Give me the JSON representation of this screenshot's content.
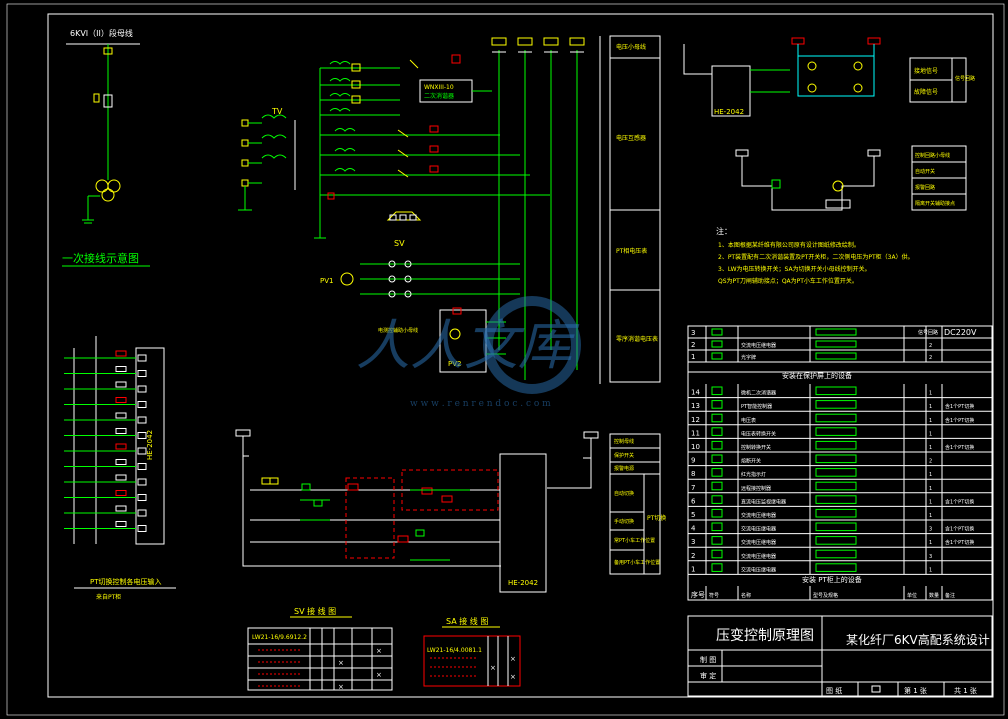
{
  "bus_title": "6KVI（II）段母线",
  "primary_label": "一次接线示意图",
  "transformer_label": "TV",
  "relay_label": "WNXIII-10\n二次消谐器",
  "sv_label": "SV",
  "pv1_label": "PV1",
  "pv2_label": "PV2",
  "pv2_side_label": "电测控辅助小母线",
  "he_top_label": "HE-2042",
  "he_left_label": "HE-2042",
  "he_bottom_label": "HE-2042",
  "right_boxes": [
    "电压小母线",
    "电压互感器",
    "PT相电压表",
    "零序消谐电压表"
  ],
  "signal_box_items": [
    "接地信号",
    "故障信号"
  ],
  "signal_box_side": "信号回路",
  "side_box_items": [
    "控制回路小母线",
    "自动开关",
    "报警回路",
    "隔离开关辅助接点"
  ],
  "notes_title": "注：",
  "notes": [
    "1、本图根据某纤维有限公司原有设计图纸修改绘制。",
    "2、PT装置配有二次消谐装置及PT开关柜，二次侧电压为PT柜（3A）供。",
    "3、LW为电压转换开关；SA为切换开关小母线控制开关。",
    "  QS为PT刀闸辅助接点；QA为PT小车工作位置开关。"
  ],
  "ctrl_box_items": [
    "控制母线",
    "保护开关",
    "报警电源",
    "自动切换",
    "手动切换",
    "常PT小车工作位置",
    "备用PT小车工作位置"
  ],
  "ctrl_box_side": "PT切换",
  "left_bottom_label1": "PT切换控制各电压输入",
  "left_bottom_label2": "来自PT柜",
  "sv_table_title": "SV 接 线 图",
  "sv_table_model": "LW21-16/9.6912.2",
  "sa_table_title": "SA 接 线 图",
  "sa_table_model": "LW21-16/4.0081.1",
  "equipment_top": [
    {
      "no": "3",
      "sym": "",
      "name": "",
      "spec": "",
      "qty": "",
      "note": ""
    },
    {
      "no": "2",
      "sym": "",
      "name": "交流电压继电器",
      "spec": "",
      "qty": "2",
      "note": ""
    },
    {
      "no": "1",
      "sym": "",
      "name": "光字牌",
      "spec": "",
      "qty": "2",
      "note": ""
    }
  ],
  "equipment_top_extra": {
    "header_right1": "信号回路",
    "header_right2": "DC220V"
  },
  "equipment_mid_title": "安装在保护屏上的设备",
  "equipment_mid": [
    {
      "no": "14",
      "name": "微机二次消谐器",
      "qty": "1",
      "note": ""
    },
    {
      "no": "13",
      "name": "PT智能控制器",
      "qty": "1",
      "note": "含1个PT切换"
    },
    {
      "no": "12",
      "name": "电压表",
      "qty": "1",
      "note": "含1个PT切换"
    },
    {
      "no": "11",
      "name": "电压表转换开关",
      "qty": "1",
      "note": ""
    },
    {
      "no": "10",
      "name": "控制转换开关",
      "qty": "1",
      "note": "含1个PT切换"
    },
    {
      "no": "9",
      "name": "熔断开关",
      "qty": "2",
      "note": ""
    },
    {
      "no": "8",
      "name": "红光指示灯",
      "qty": "1",
      "note": ""
    },
    {
      "no": "7",
      "name": "远程接控制器",
      "qty": "1",
      "note": ""
    },
    {
      "no": "6",
      "name": "直流电压监视继电器",
      "qty": "1",
      "note": "含1个PT切换"
    },
    {
      "no": "5",
      "name": "交流电压继电器",
      "qty": "1",
      "note": ""
    },
    {
      "no": "4",
      "name": "交流电压继电器",
      "qty": "3",
      "note": "含1个PT切换"
    },
    {
      "no": "3",
      "name": "交流电压继电器",
      "qty": "1",
      "note": "含1个PT切换"
    },
    {
      "no": "2",
      "name": "交流电压继电器",
      "qty": "3",
      "note": ""
    },
    {
      "no": "1",
      "name": "交流电压继电器",
      "qty": "1",
      "note": ""
    }
  ],
  "equipment_bottom_title": "安装 PT柜上的设备",
  "equipment_headers": [
    "序号",
    "符号",
    "名称",
    "型号及规格",
    "单位",
    "数量",
    "备注"
  ],
  "title_block": {
    "drawing_name": "压变控制原理图",
    "project": "某化纤厂6KV高配系统设计",
    "drawn": "制 图",
    "checked": "审 定",
    "scale_label": "图 纸",
    "sheet": "第 1 张",
    "total": "共 1 张"
  },
  "watermark": "人人文库",
  "watermark_url": "w w w . r e n r e n d o c . c o m",
  "colors": {
    "bg": "#000000",
    "line_green": "#00ff00",
    "line_yellow": "#ffff00",
    "line_white": "#ffffff",
    "line_cyan": "#00ffff",
    "line_red": "#ff0000"
  }
}
